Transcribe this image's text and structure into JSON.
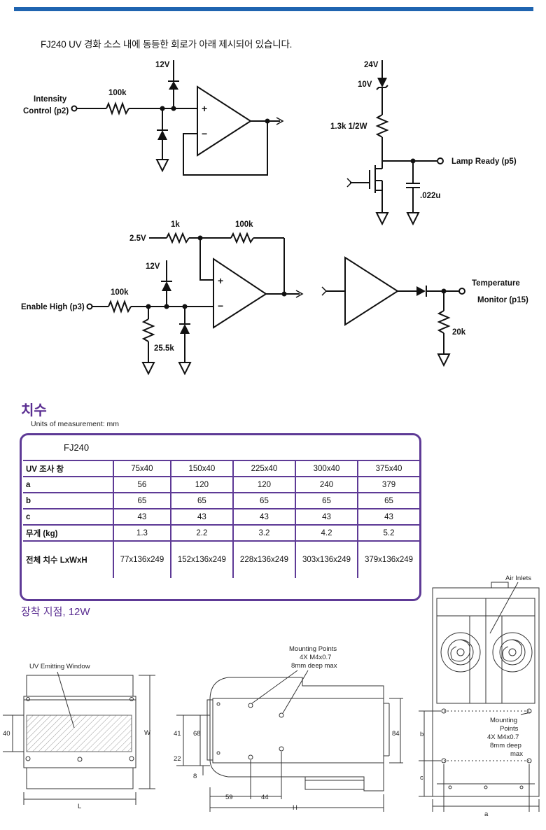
{
  "intro_text": "FJ240 UV 경화 소스 내에 동등한 회로가 아래 제시되어 있습니다.",
  "circuit": {
    "intensity_label_1": "Intensity",
    "intensity_label_2": "Control (p2)",
    "r_intensity": "100k",
    "v12_a": "12V",
    "v24": "24V",
    "zener_10v": "10V",
    "r_lamp": "1.3k 1/2W",
    "lamp_ready": "Lamp Ready (p5)",
    "cap": ".022u",
    "v25": "2.5V",
    "r_1k": "1k",
    "r_100k_fb": "100k",
    "v12_b": "12V",
    "r_enable": "100k",
    "enable_label": "Enable High (p3)",
    "r_255k": "25.5k",
    "temp_label_1": "Temperature",
    "temp_label_2": "Monitor (p15)",
    "r_20k": "20k"
  },
  "dimensions": {
    "title": "치수",
    "units": "Units of measurement: mm",
    "model": "FJ240",
    "rows": [
      {
        "label": "UV 조사 창",
        "values": [
          "75x40",
          "150x40",
          "225x40",
          "300x40",
          "375x40"
        ]
      },
      {
        "label": "a",
        "values": [
          "56",
          "120",
          "120",
          "240",
          "379"
        ]
      },
      {
        "label": "b",
        "values": [
          "65",
          "65",
          "65",
          "65",
          "65"
        ]
      },
      {
        "label": "c",
        "values": [
          "43",
          "43",
          "43",
          "43",
          "43"
        ]
      },
      {
        "label": "무게 (kg)",
        "values": [
          "1.3",
          "2.2",
          "3.2",
          "4.2",
          "5.2"
        ]
      },
      {
        "label": "전체 치수 LxWxH",
        "values": [
          "77x136x249",
          "152x136x249",
          "228x136x249",
          "303x136x249",
          "379x136x249"
        ]
      }
    ]
  },
  "mounting": {
    "title": "장착 지점,  12W",
    "front": {
      "window_label": "UV Emitting Window",
      "dim_40": "40",
      "dim_w": "W",
      "dim_l": "L"
    },
    "side": {
      "mp_1": "Mounting Points",
      "mp_2": "4X M4x0.7",
      "mp_3": "8mm deep max",
      "d41": "41",
      "d68": "68",
      "d22": "22",
      "d8": "8",
      "d84": "84",
      "d59": "59",
      "d44": "44",
      "dh": "H"
    },
    "back": {
      "air": "Air Inlets",
      "mp_1": "Mounting",
      "mp_2": "Points",
      "mp_3": "4X M4x0.7",
      "mp_4": "8mm deep",
      "mp_5": "max",
      "db": "b",
      "dc": "c",
      "da": "a"
    }
  }
}
